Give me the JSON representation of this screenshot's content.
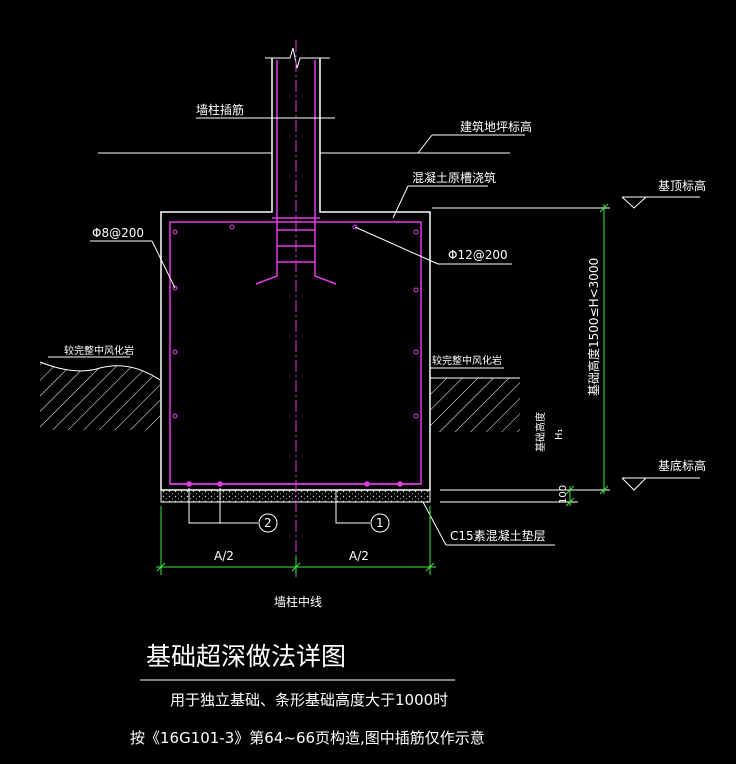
{
  "labels": {
    "wall_column_dowel": "墙柱插筋",
    "building_ground_elevation": "建筑地坪标高",
    "concrete_pour_pit": "混凝土原槽浇筑",
    "foundation_top_elevation": "基顶标高",
    "stirrup_rebar": "Φ8@200",
    "main_rebar": "Φ12@200",
    "weathered_rock_left": "较完整中风化岩",
    "weathered_rock_right": "较完整中风化岩",
    "foundation_height_range": "基础高度1500≤H<3000",
    "foundation_height_caption": "基础高度",
    "foundation_height_symbol": "H₁",
    "foundation_bottom_elevation": "基底标高",
    "cushion_thickness": "100",
    "bubble_1": "1",
    "bubble_2": "2",
    "cushion_layer": "C15素混凝土垫层",
    "dim_left": "A/2",
    "dim_right": "A/2",
    "wall_column_centerline": "墙柱中线"
  },
  "title": "基础超深做法详图",
  "notes": [
    "用于独立基础、条形基础高度大于1000时",
    "按《16G101-3》第64~66页构造,图中插筋仅作示意"
  ],
  "colors": {
    "background": "#000000",
    "outline": "#ffffff",
    "rebar": "#e23ce6",
    "dimension": "#3ee83e",
    "centerline": "#e23ce6"
  }
}
